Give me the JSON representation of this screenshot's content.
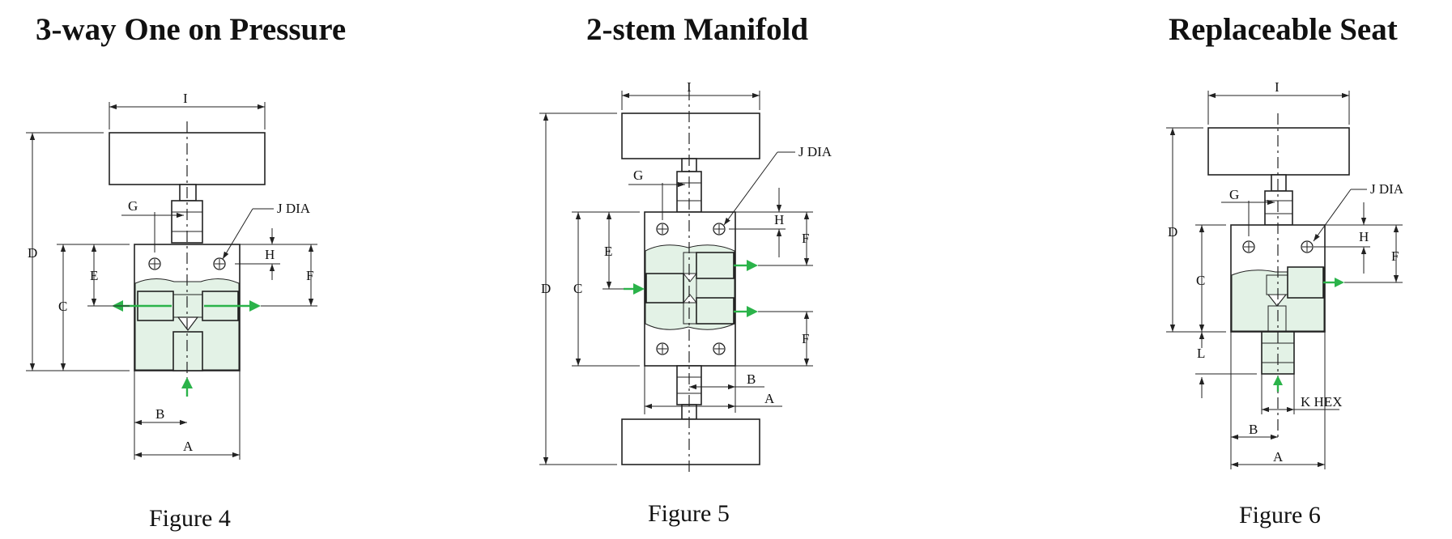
{
  "colors": {
    "flow_arrow": "#2bb34a",
    "fluid_fill": "#e3f2e6",
    "line": "#222222"
  },
  "figures": [
    {
      "title": "3-way One on Pressure",
      "caption": "Figure 4",
      "labels": {
        "I": "I",
        "G": "G",
        "J": "J DIA",
        "D": "D",
        "E": "E",
        "C": "C",
        "H": "H",
        "F": "F",
        "B": "B",
        "A": "A"
      }
    },
    {
      "title": "2-stem Manifold",
      "caption": "Figure 5",
      "labels": {
        "I": "I",
        "J": "J DIA",
        "G": "G",
        "H": "H",
        "E": "E",
        "F1": "F",
        "D": "D",
        "C": "C",
        "F2": "F",
        "B": "B",
        "A": "A"
      }
    },
    {
      "title": "Replaceable Seat",
      "caption": "Figure 6",
      "labels": {
        "I": "I",
        "J": "J DIA",
        "G": "G",
        "D": "D",
        "H": "H",
        "C": "C",
        "F": "F",
        "L": "L",
        "K": "K HEX",
        "B": "B",
        "A": "A"
      }
    }
  ]
}
